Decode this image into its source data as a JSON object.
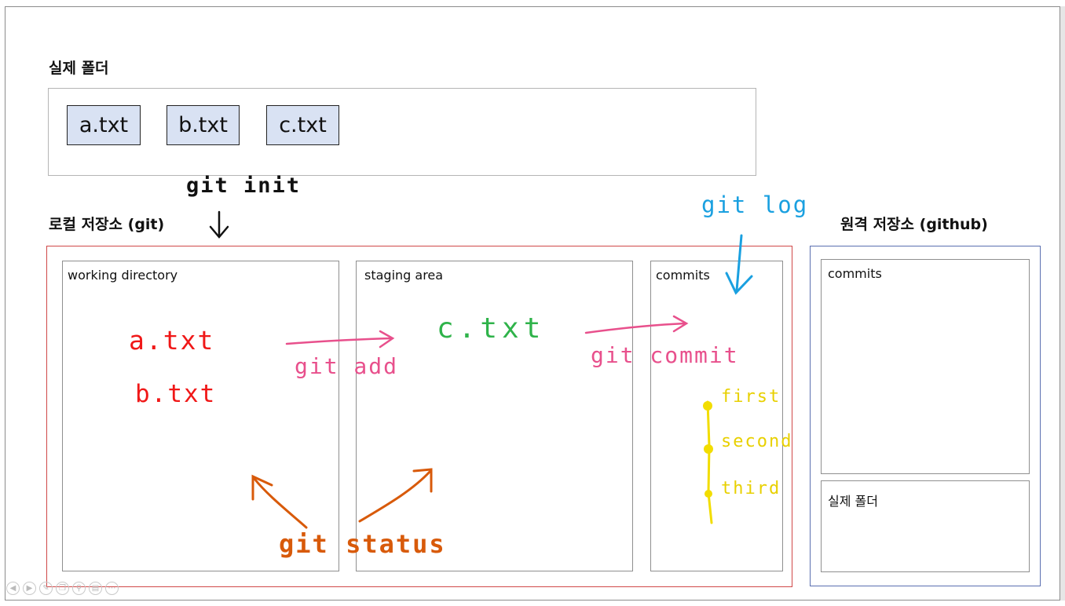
{
  "real_folder": {
    "title": "실제 폴더",
    "files": [
      "a.txt",
      "b.txt",
      "c.txt"
    ]
  },
  "local_repo": {
    "title": "로컬 저장소 (git)",
    "panels": {
      "working_directory": "working directory",
      "staging_area": "staging area",
      "commits": "commits"
    }
  },
  "remote_repo": {
    "title": "원격 저장소 (github)",
    "commits": "commits",
    "real_folder": "실제 폴더"
  },
  "annotations": {
    "git_init": "git init",
    "git_log": "git log",
    "git_add": "git add",
    "git_commit": "git commit",
    "git_status": "git status",
    "wd_file_a": "a.txt",
    "wd_file_b": "b.txt",
    "staged_file": "c.txt",
    "commit_history": [
      "first",
      "second",
      "third"
    ]
  },
  "colors": {
    "local_border": "#d04848",
    "remote_border": "#5a6fb0",
    "file_fill": "#d9e2f3",
    "untracked_red": "#f01818",
    "staged_green": "#2fb34a",
    "add_pink": "#e8508c",
    "status_orange": "#d85a0a",
    "log_blue": "#1aa0e0",
    "history_yellow": "#f2dd00"
  }
}
